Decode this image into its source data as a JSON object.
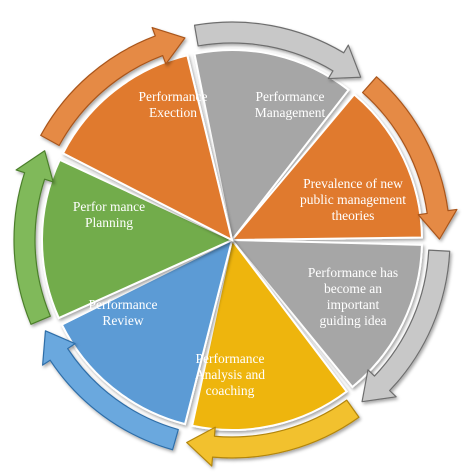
{
  "segments": [
    {
      "id": "performance-exection",
      "lines": [
        "Performance",
        "Exection"
      ],
      "color": "#a6a6a6",
      "edge": "#6e6e6e",
      "arrow": "#c8c8c8"
    },
    {
      "id": "performance-management",
      "lines": [
        "Performance",
        "Management"
      ],
      "color": "#e07a2e",
      "edge": "#a9551a",
      "arrow": "#e58a45"
    },
    {
      "id": "prevalence-public-management",
      "lines": [
        "Prevalence of new",
        "public management",
        "theories"
      ],
      "color": "#a6a6a6",
      "edge": "#6e6e6e",
      "arrow": "#c8c8c8"
    },
    {
      "id": "performance-guiding-idea",
      "lines": [
        "Performance has",
        "become an",
        "important",
        "guiding idea"
      ],
      "color": "#eeb511",
      "edge": "#b2850a",
      "arrow": "#f2c12e"
    },
    {
      "id": "performance-analysis-coaching",
      "lines": [
        "Performance",
        "Analysis and",
        "coaching"
      ],
      "color": "#5b9bd5",
      "edge": "#2f6ea8",
      "arrow": "#6aa8de"
    },
    {
      "id": "performance-review",
      "lines": [
        "Performance",
        "Review"
      ],
      "color": "#72ac4b",
      "edge": "#4c7f2c",
      "arrow": "#80b95a"
    },
    {
      "id": "performance-planning",
      "lines": [
        "Perfor mance",
        "Planning"
      ],
      "color": "#e07a2e",
      "edge": "#a9551a",
      "arrow": "#e58a45"
    }
  ]
}
